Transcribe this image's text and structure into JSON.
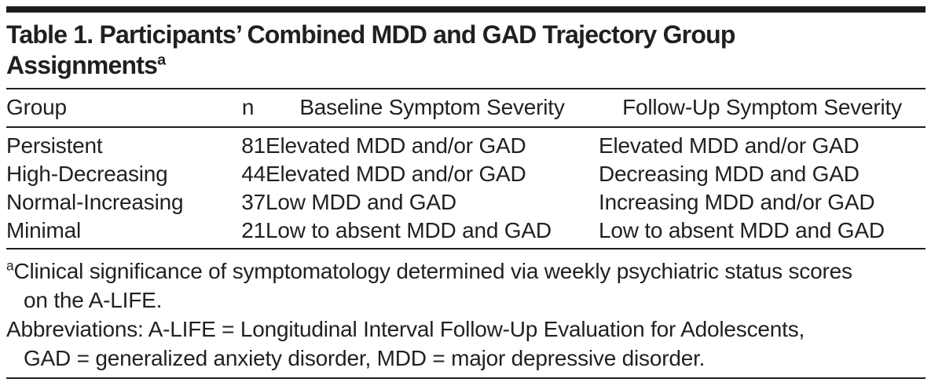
{
  "page": {
    "background": "#ffffff",
    "text_color": "#231f20",
    "rule_color": "#231f20"
  },
  "table": {
    "title": {
      "line1": "Table 1. Participants’ Combined MDD and GAD Trajectory Group",
      "line2": "Assignments",
      "superscript": "a"
    },
    "header": {
      "group": "Group",
      "n": "n",
      "baseline": "Baseline Symptom Severity",
      "followup": "Follow-Up Symptom Severity"
    },
    "rows": [
      {
        "group": "Persistent",
        "n": "81",
        "baseline": "Elevated MDD and/or GAD",
        "followup": "Elevated MDD and/or GAD"
      },
      {
        "group": "High-Decreasing",
        "n": "44",
        "baseline": "Elevated MDD and/or GAD",
        "followup": "Decreasing MDD and GAD"
      },
      {
        "group": "Normal-Increasing",
        "n": "37",
        "baseline": "Low MDD and GAD",
        "followup": "Increasing MDD and/or GAD"
      },
      {
        "group": "Minimal",
        "n": "21",
        "baseline": "Low to absent MDD and GAD",
        "followup": "Low to absent MDD and GAD"
      }
    ],
    "footnotes": {
      "significance": {
        "marker": "a",
        "line1": "Clinical significance of symptomatology determined via weekly psychiatric status scores",
        "line2": "on the A-LIFE."
      },
      "abbreviations": {
        "line1": "Abbreviations: A-LIFE = Longitudinal Interval Follow-Up Evaluation for Adolescents,",
        "line2": "GAD = generalized anxiety disorder, MDD = major depressive disorder."
      }
    }
  }
}
